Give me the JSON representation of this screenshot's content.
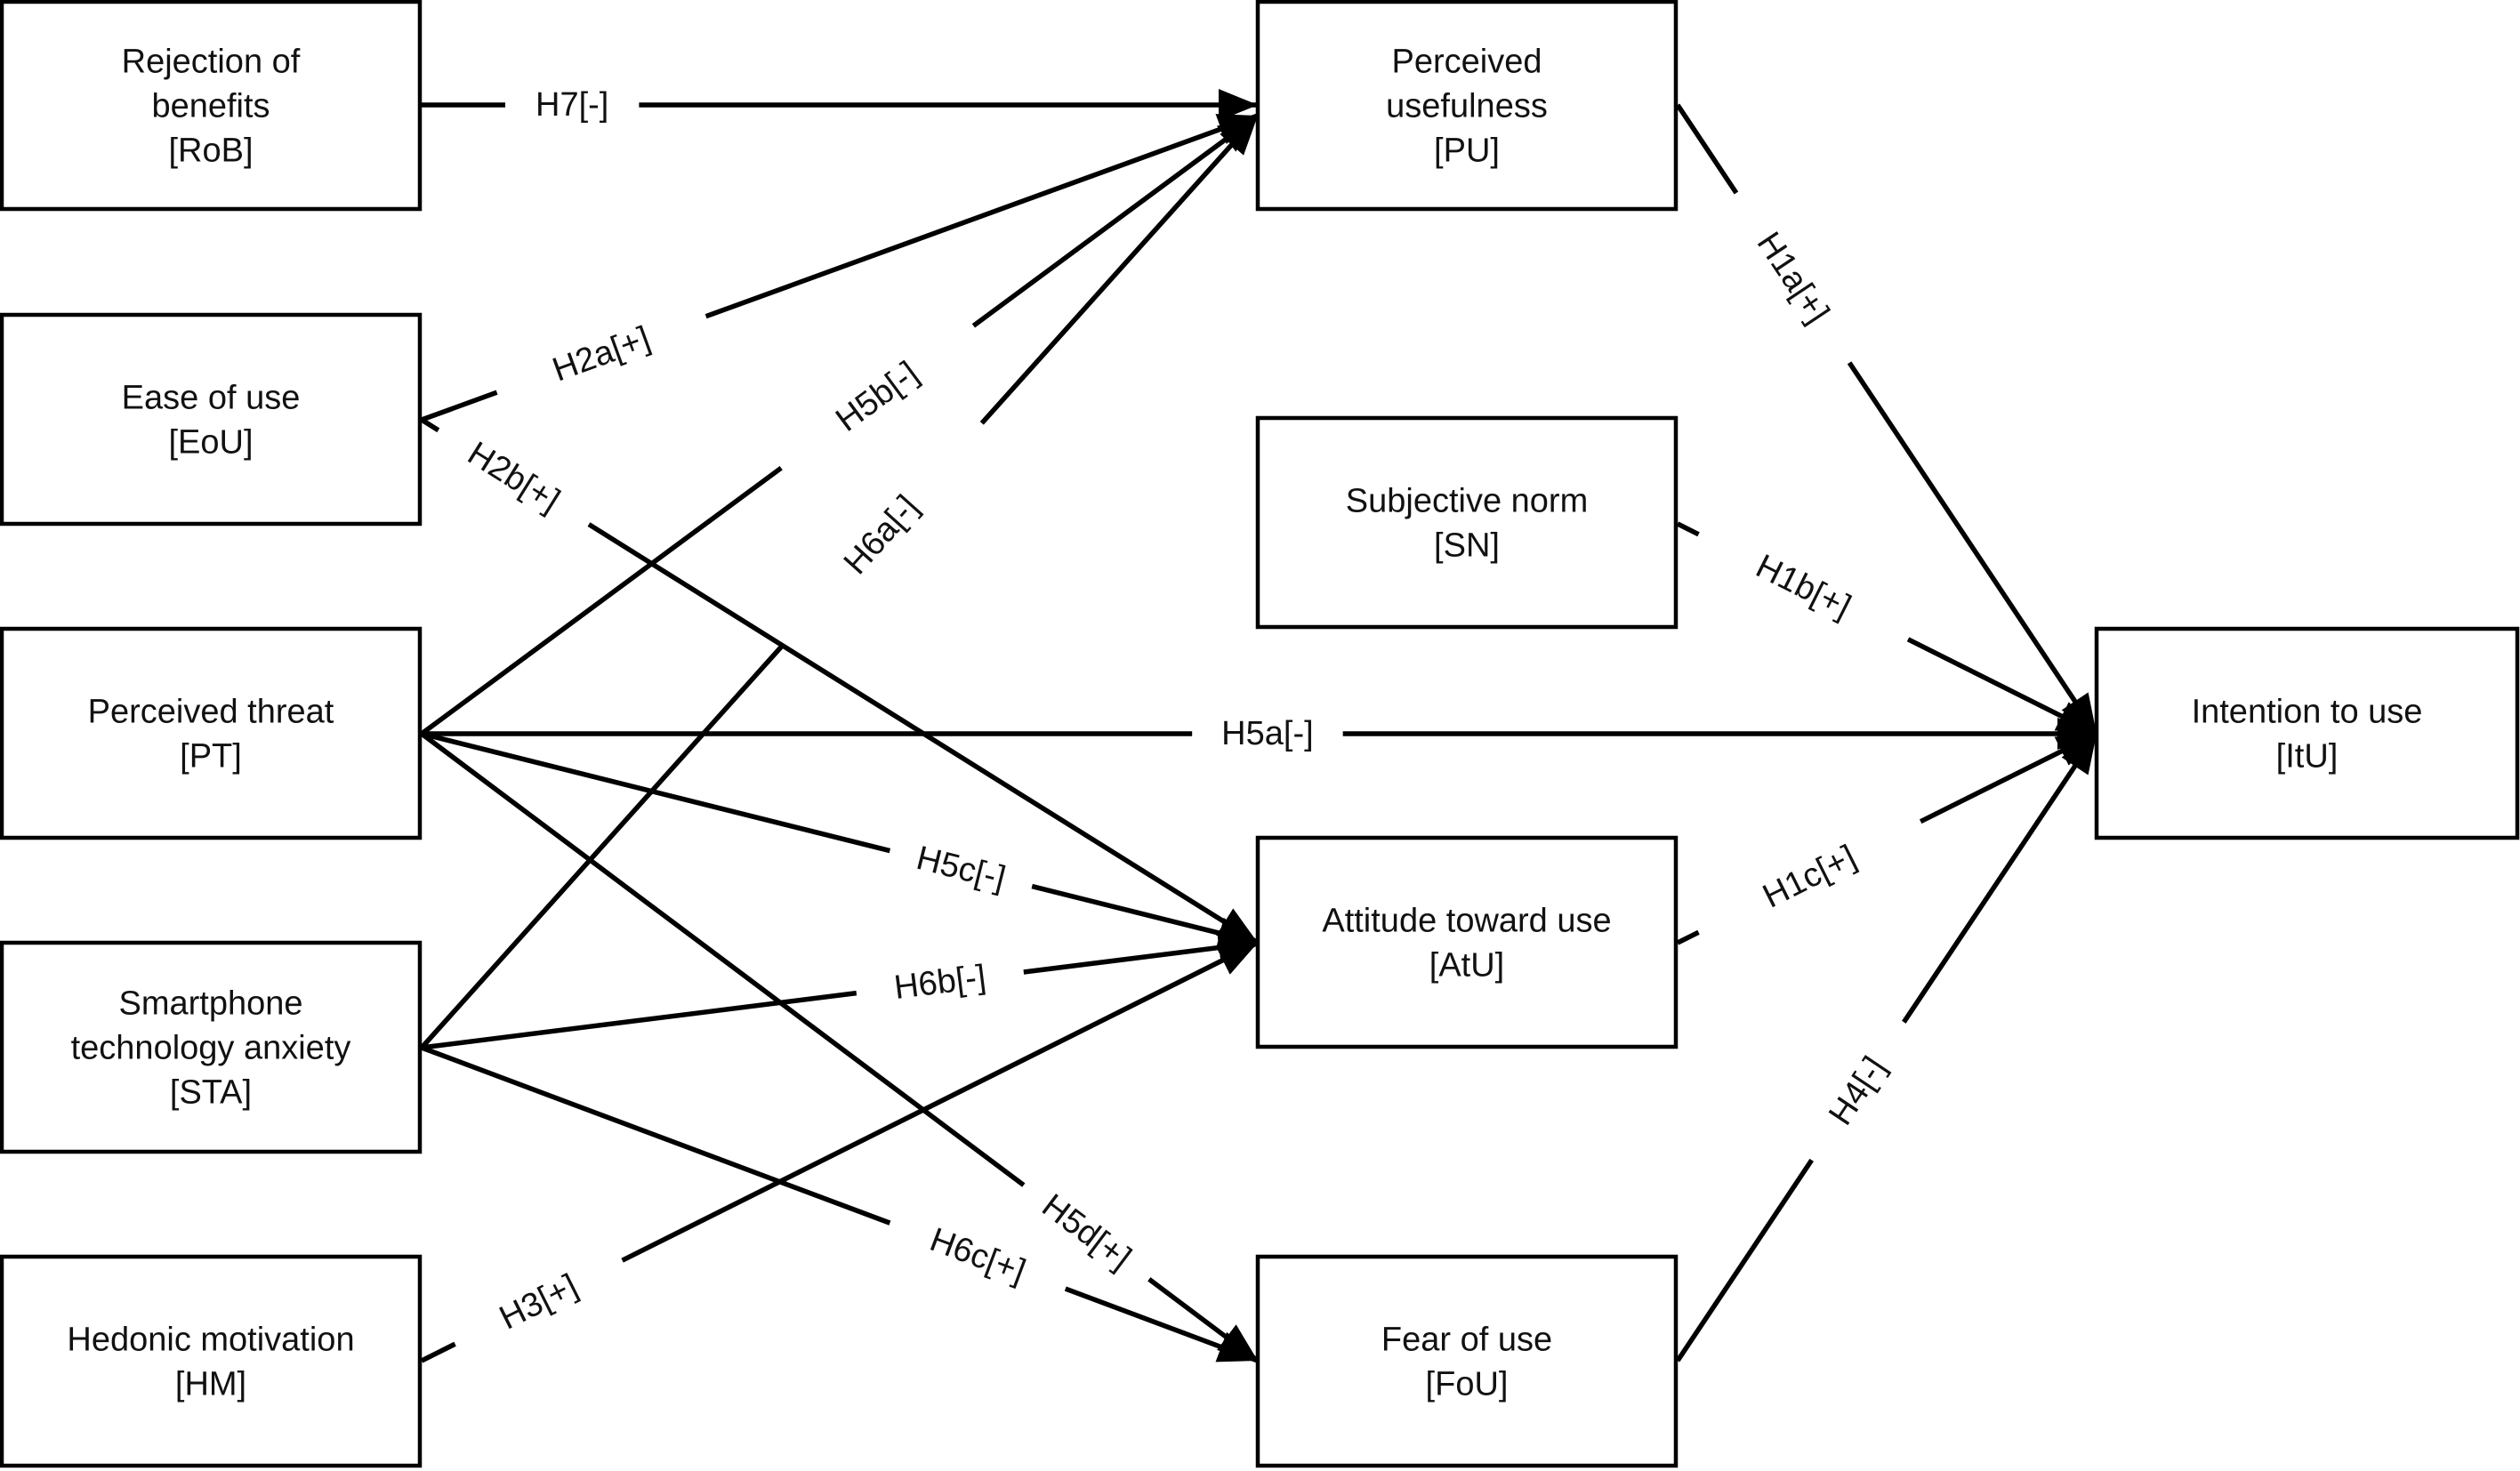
{
  "nodes": {
    "rob": [
      "Rejection of",
      "benefits",
      "[RoB]"
    ],
    "eou": [
      "Ease of use",
      "[EoU]"
    ],
    "pt": [
      "Perceived threat",
      "[PT]"
    ],
    "sta": [
      "Smartphone",
      "technology anxiety",
      "[STA]"
    ],
    "hm": [
      "Hedonic motivation",
      "[HM]"
    ],
    "pu": [
      "Perceived",
      "usefulness",
      "[PU]"
    ],
    "sn": [
      "Subjective norm",
      "[SN]"
    ],
    "atu": [
      "Attitude toward use",
      "[AtU]"
    ],
    "fou": [
      "Fear of use",
      "[FoU]"
    ],
    "itu": [
      "Intention to use",
      "[ItU]"
    ]
  },
  "edges": {
    "h7": "H7[-]",
    "h2a": "H2a[+]",
    "h2b": "H2b[+]",
    "h5b": "H5b[-]",
    "h6a": "H6a[-]",
    "h5a": "H5a[-]",
    "h5c": "H5c[-]",
    "h6b": "H6b[-]",
    "h5d": "H5d[+]",
    "h6c": "H6c[+]",
    "h3": "H3[+]",
    "h1a": "H1a[+]",
    "h1b": "H1b[+]",
    "h1c": "H1c[+]",
    "h4": "H4[-]"
  },
  "colors": {
    "stroke": "#000000",
    "background": "#ffffff",
    "text": "#111111"
  }
}
